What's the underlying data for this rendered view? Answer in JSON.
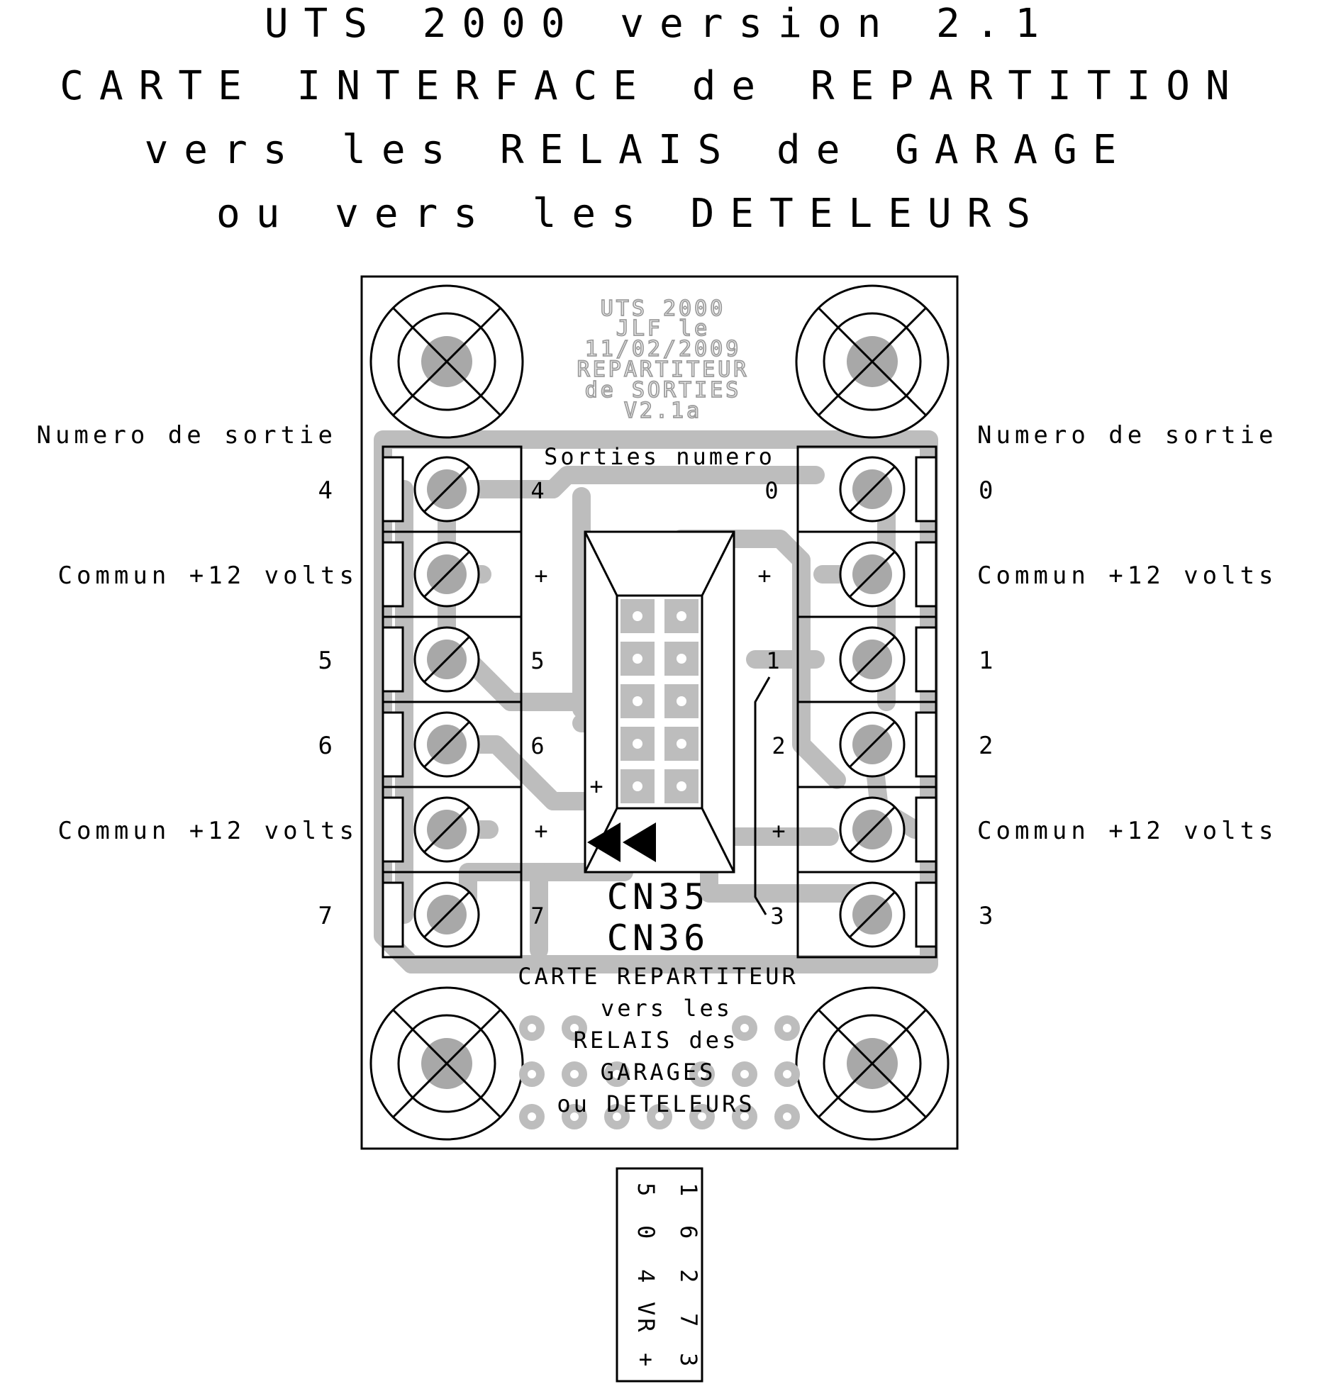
{
  "title_lines": [
    "UTS 2000 version 2.1",
    "CARTE INTERFACE de REPARTITION",
    "vers les RELAIS de GARAGE",
    "ou vers les DETELEURS"
  ],
  "side_heading": "Numero de sortie",
  "left_side_labels": [
    "4",
    "Commun +12 volts",
    "5",
    "6",
    "Commun +12 volts",
    "7"
  ],
  "right_side_labels": [
    "0",
    "Commun +12 volts",
    "1",
    "2",
    "Commun +12 volts",
    "3"
  ],
  "board": {
    "ghost_text": [
      "UTS 2000",
      "JLF le",
      "11/02/2009",
      "REPARTITEUR",
      "de SORTIES",
      "V2.1a"
    ],
    "sorties_heading": "Sorties numero",
    "left_pins": [
      "4",
      "+",
      "5",
      "6",
      "+",
      "7"
    ],
    "right_pins": [
      "0",
      "+",
      "1",
      "2",
      "+",
      "3"
    ],
    "connector_plus": "+",
    "connector_labels": [
      "CN35",
      "CN36"
    ],
    "bottom_text": [
      "CARTE REPARTITEUR",
      "vers les",
      "RELAIS des",
      "GARAGES",
      "ou DETELEURS"
    ]
  },
  "connector_key": {
    "col_left": [
      "5",
      "0",
      "4",
      "VR",
      "+"
    ],
    "col_right": [
      "1",
      "6",
      "2",
      "7",
      "3"
    ]
  }
}
